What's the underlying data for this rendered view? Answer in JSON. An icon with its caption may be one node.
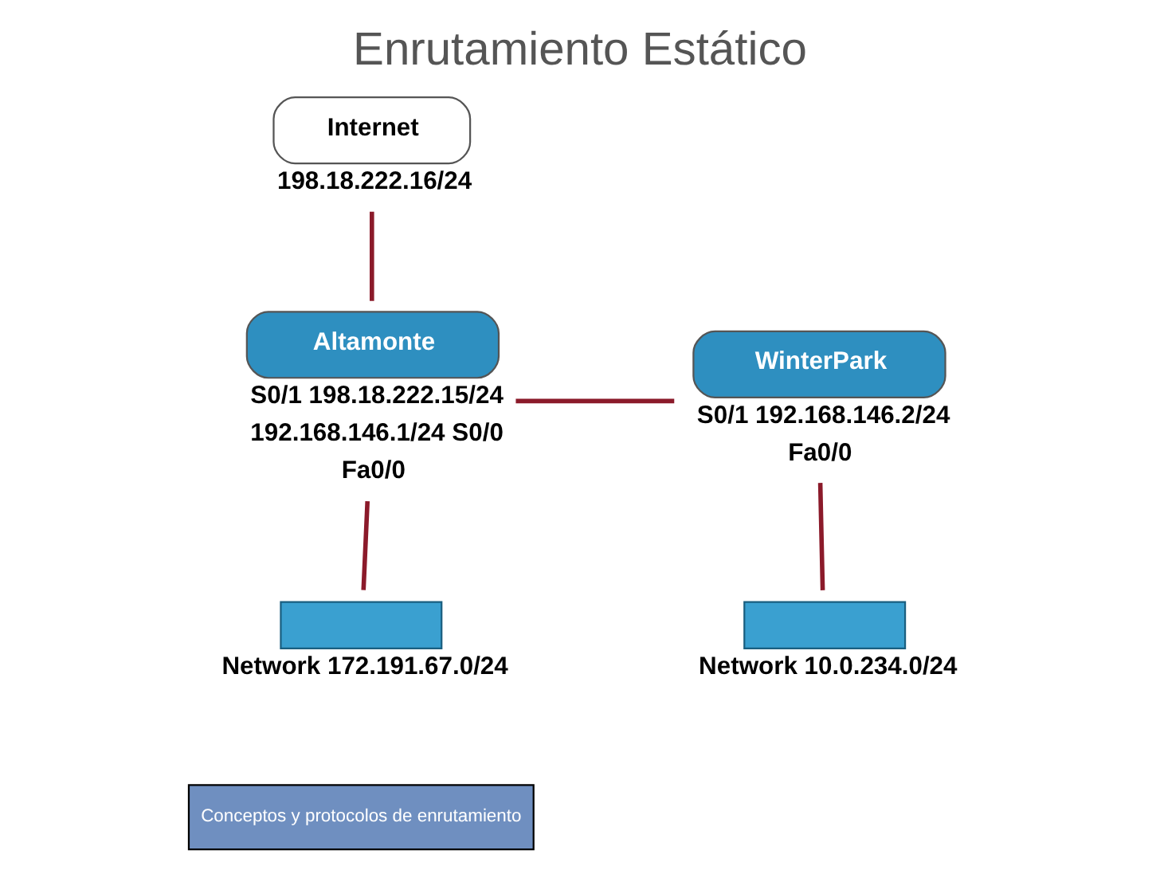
{
  "diagram": {
    "title": "Enrutamiento Estático",
    "nodes": [
      {
        "text": [
          "Internet"
        ],
        "beside": [
          "198.18.222.16/24"
        ]
      },
      {
        "text": [
          "Altamonte"
        ],
        "beside": [
          "S0/1 198.18.222.15/24",
          "192.168.146.1/24 S0/0",
          "Fa0/0"
        ]
      },
      {
        "text": [
          "WinterPark"
        ],
        "beside": [
          "S0/1 192.168.146.2/24",
          "Fa0/0"
        ]
      },
      {
        "text": [],
        "shape": "box",
        "beside": [
          "Network 172.191.67.0/24"
        ]
      },
      {
        "text": [],
        "shape": "box",
        "beside": [
          "Network 10.0.234.0/24"
        ]
      }
    ],
    "edges": [
      {
        "from": 0,
        "to": 1,
        "arrow": "none"
      },
      {
        "from": 1,
        "to": 2,
        "arrow": "none"
      },
      {
        "from": 1,
        "to": 3,
        "arrow": "none"
      },
      {
        "from": 2,
        "to": 4,
        "arrow": "none"
      }
    ],
    "labels": [
      "Conceptos y protocolos de enrutamiento"
    ]
  }
}
